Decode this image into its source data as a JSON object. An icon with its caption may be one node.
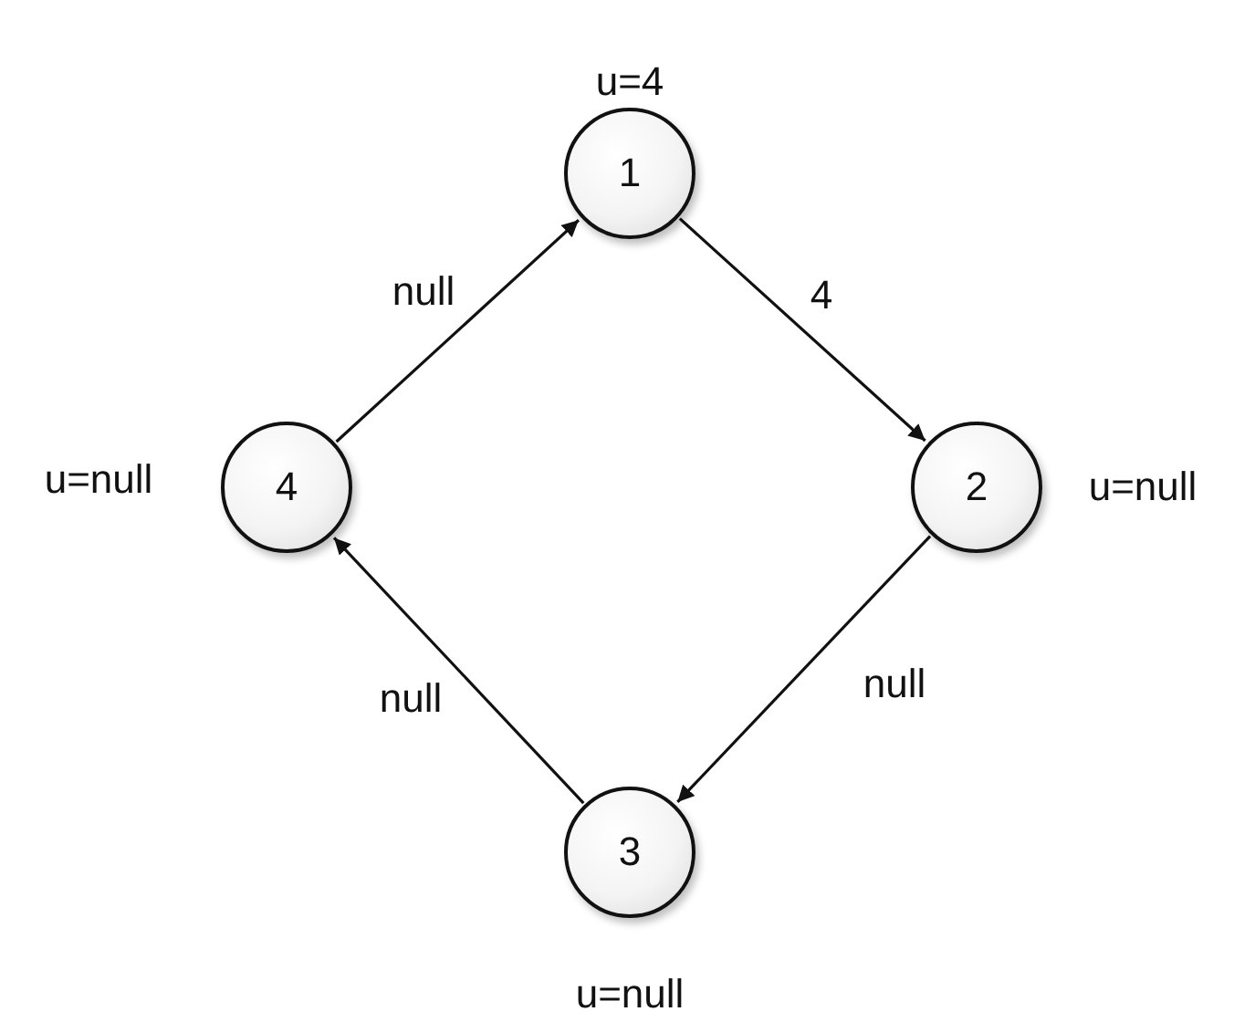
{
  "diagram": {
    "nodes": [
      {
        "text": [
          "1"
        ],
        "beside": [
          "u=4"
        ]
      },
      {
        "text": [
          "2"
        ],
        "beside": [
          "u=null"
        ]
      },
      {
        "text": [
          "3"
        ],
        "beside": [
          "u=null"
        ]
      },
      {
        "text": [
          "4"
        ],
        "beside": [
          "u=null"
        ]
      }
    ],
    "edges": [
      {
        "from": 0,
        "to": 1,
        "arrow": "to",
        "label": "4"
      },
      {
        "from": 1,
        "to": 2,
        "arrow": "to",
        "label": "null"
      },
      {
        "from": 2,
        "to": 3,
        "arrow": "to",
        "label": "null"
      },
      {
        "from": 3,
        "to": 0,
        "arrow": "to",
        "label": "null"
      }
    ]
  }
}
